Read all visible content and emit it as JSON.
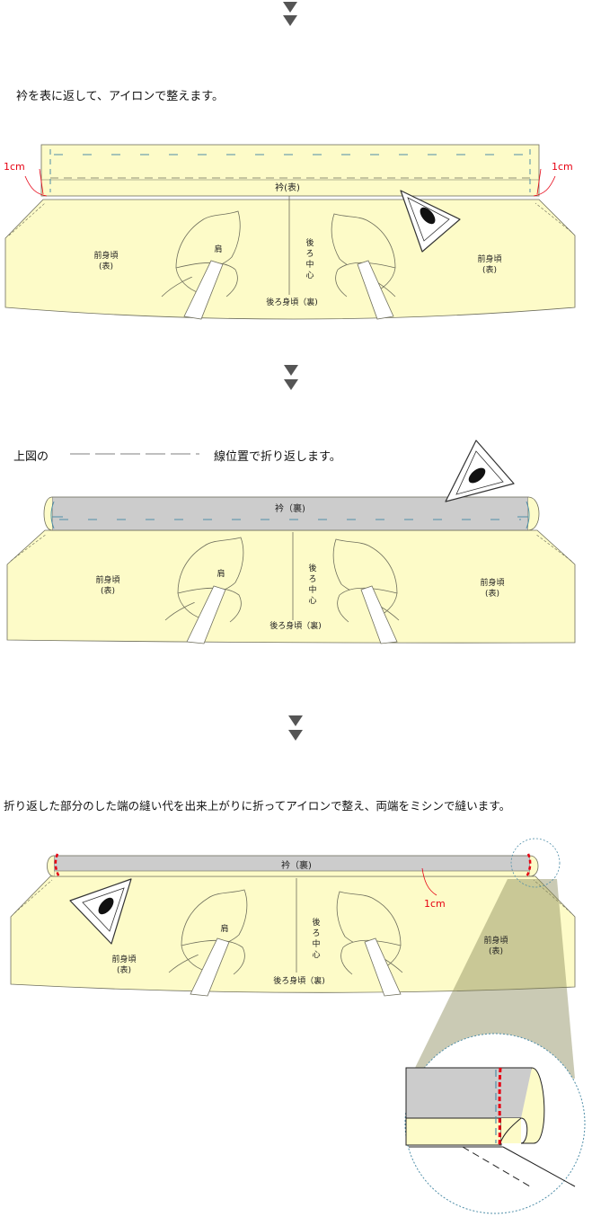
{
  "colors": {
    "fabric": "#fdfbc8",
    "fabric_line": "#6e6e5c",
    "lining": "#cccccc",
    "stitch_blue": "#4f8ea8",
    "mark_red": "#e60012",
    "arrow": "#555555"
  },
  "steps": [
    {
      "caption": "衿を表に返して、アイロンで整えます。",
      "collar_label": "衿(表)",
      "measure_left": "1cm",
      "measure_right": "1cm",
      "front_left": [
        "前身頃",
        "(表)"
      ],
      "front_right": [
        "前身頃",
        "(表)"
      ],
      "shoulder": "肩",
      "center_back": [
        "後",
        "ろ",
        "中",
        "心"
      ],
      "back_body": "後ろ身頃（裏)"
    },
    {
      "caption_before": "上図の",
      "caption_after": "線位置で折り返します。",
      "collar_label": "衿（裏)",
      "front_left": [
        "前身頃",
        "(表)"
      ],
      "front_right": [
        "前身頃",
        "(表)"
      ],
      "shoulder": "肩",
      "center_back": [
        "後",
        "ろ",
        "中",
        "心"
      ],
      "back_body": "後ろ身頃（裏)"
    },
    {
      "caption": "折り返した部分のした端の縫い代を出来上がりに折ってアイロンで整え、両端をミシンで縫います。",
      "collar_label": "衿（裏)",
      "measure": "1cm",
      "front_left": [
        "前身頃",
        "(表)"
      ],
      "front_right": [
        "前身頃",
        "(表)"
      ],
      "shoulder": "肩",
      "center_back": [
        "後",
        "ろ",
        "中",
        "心"
      ],
      "back_body": "後ろ身頃（裏)"
    }
  ],
  "icons": [
    "down-arrow-icon",
    "iron-icon",
    "magnifier-circle"
  ]
}
